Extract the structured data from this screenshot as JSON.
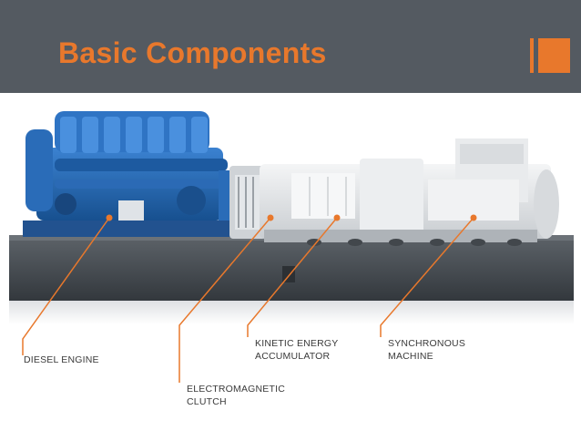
{
  "slide": {
    "title": "Basic Components",
    "colors": {
      "header_bg": "#545a61",
      "title": "#e8782c",
      "accent": "#e8782c",
      "engine": "#1f5fa8",
      "machine": "#e6e8ea"
    }
  },
  "diagram": {
    "callouts": [
      {
        "id": "diesel-engine",
        "text": "DIESEL ENGINE"
      },
      {
        "id": "electromagnetic-clutch",
        "text": "ELECTROMAGNETIC\nCLUTCH"
      },
      {
        "id": "kinetic-energy-accumulator",
        "text": "KINETIC ENERGY\nACCUMULATOR"
      },
      {
        "id": "synchronous-machine",
        "text": "SYNCHRONOUS\nMACHINE"
      }
    ]
  }
}
